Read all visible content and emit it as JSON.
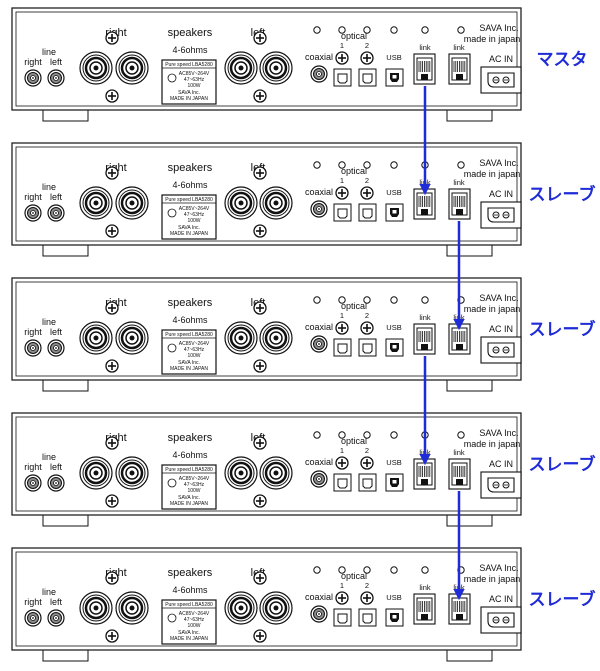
{
  "units": [
    {
      "role": "マスタ",
      "labels": {
        "speakers": "speakers",
        "impedance": "4-6ohms",
        "right": "right",
        "left": "left",
        "line": "line",
        "line_right": "right",
        "line_left": "left",
        "coaxial": "coaxial",
        "optical": "optical",
        "opt1": "1",
        "opt2": "2",
        "usb": "USB",
        "link": "link",
        "link2": "link",
        "ac_in": "AC IN",
        "brand": "SAVA Inc.",
        "made_in": "made in japan",
        "plate_title": "Pure speed LBA5280",
        "plate_line1": "AC85V~264V",
        "plate_line2": "47~63Hz",
        "plate_line3": "100W",
        "plate_line4": "SAVA Inc.",
        "plate_line5": "MADE IN JAPAN"
      }
    },
    {
      "role": "スレーブ",
      "labels": {
        "speakers": "speakers",
        "impedance": "4-6ohms",
        "right": "right",
        "left": "left",
        "line": "line",
        "line_right": "right",
        "line_left": "left",
        "coaxial": "coaxial",
        "optical": "optical",
        "opt1": "1",
        "opt2": "2",
        "usb": "USB",
        "link": "link",
        "link2": "link",
        "ac_in": "AC IN",
        "brand": "SAVA Inc.",
        "made_in": "made in japan",
        "plate_title": "Pure speed LBA5280",
        "plate_line1": "AC85V~264V",
        "plate_line2": "47~63Hz",
        "plate_line3": "100W",
        "plate_line4": "SAVA Inc.",
        "plate_line5": "MADE IN JAPAN"
      }
    },
    {
      "role": "スレーブ",
      "labels": {
        "speakers": "speakers",
        "impedance": "4-6ohms",
        "right": "right",
        "left": "left",
        "line": "line",
        "line_right": "right",
        "line_left": "left",
        "coaxial": "coaxial",
        "optical": "optical",
        "opt1": "1",
        "opt2": "2",
        "usb": "USB",
        "link": "link",
        "link2": "link",
        "ac_in": "AC IN",
        "brand": "SAVA Inc.",
        "made_in": "made in japan",
        "plate_title": "Pure speed LBA5280",
        "plate_line1": "AC85V~264V",
        "plate_line2": "47~63Hz",
        "plate_line3": "100W",
        "plate_line4": "SAVA Inc.",
        "plate_line5": "MADE IN JAPAN"
      }
    },
    {
      "role": "スレーブ",
      "labels": {
        "speakers": "speakers",
        "impedance": "4-6ohms",
        "right": "right",
        "left": "left",
        "line": "line",
        "line_right": "right",
        "line_left": "left",
        "coaxial": "coaxial",
        "optical": "optical",
        "opt1": "1",
        "opt2": "2",
        "usb": "USB",
        "link": "link",
        "link2": "link",
        "ac_in": "AC IN",
        "brand": "SAVA Inc.",
        "made_in": "made in japan",
        "plate_title": "Pure speed LBA5280",
        "plate_line1": "AC85V~264V",
        "plate_line2": "47~63Hz",
        "plate_line3": "100W",
        "plate_line4": "SAVA Inc.",
        "plate_line5": "MADE IN JAPAN"
      }
    },
    {
      "role": "スレーブ",
      "labels": {
        "speakers": "speakers",
        "impedance": "4-6ohms",
        "right": "right",
        "left": "left",
        "line": "line",
        "line_right": "right",
        "line_left": "left",
        "coaxial": "coaxial",
        "optical": "optical",
        "opt1": "1",
        "opt2": "2",
        "usb": "USB",
        "link": "link",
        "link2": "link",
        "ac_in": "AC IN",
        "brand": "SAVA Inc.",
        "made_in": "made in japan",
        "plate_title": "Pure speed LBA5280",
        "plate_line1": "AC85V~264V",
        "plate_line2": "47~63Hz",
        "plate_line3": "100W",
        "plate_line4": "SAVA Inc.",
        "plate_line5": "MADE IN JAPAN"
      }
    }
  ],
  "links": [
    {
      "from": 0,
      "to": 1,
      "from_port": "link",
      "to_port": "link"
    },
    {
      "from": 1,
      "to": 2,
      "from_port": "link2",
      "to_port": "link2"
    },
    {
      "from": 2,
      "to": 3,
      "from_port": "link",
      "to_port": "link"
    },
    {
      "from": 3,
      "to": 4,
      "from_port": "link2",
      "to_port": "link2"
    }
  ],
  "colors": {
    "panel_fill": "#ffffff",
    "panel_stroke": "#222222",
    "jack_fill": "#8c8c8c",
    "arrow": "#1f2bd6",
    "role_text": "#1f2bd6"
  },
  "icons": {
    "binding_post": "binding-post-icon",
    "rca_jack": "rca-jack-icon",
    "toslink_port": "toslink-port-icon",
    "usb_port": "usb-b-port-icon",
    "rj45_port": "rj45-port-icon",
    "iec_inlet": "iec-inlet-icon",
    "screw": "screw-icon"
  }
}
